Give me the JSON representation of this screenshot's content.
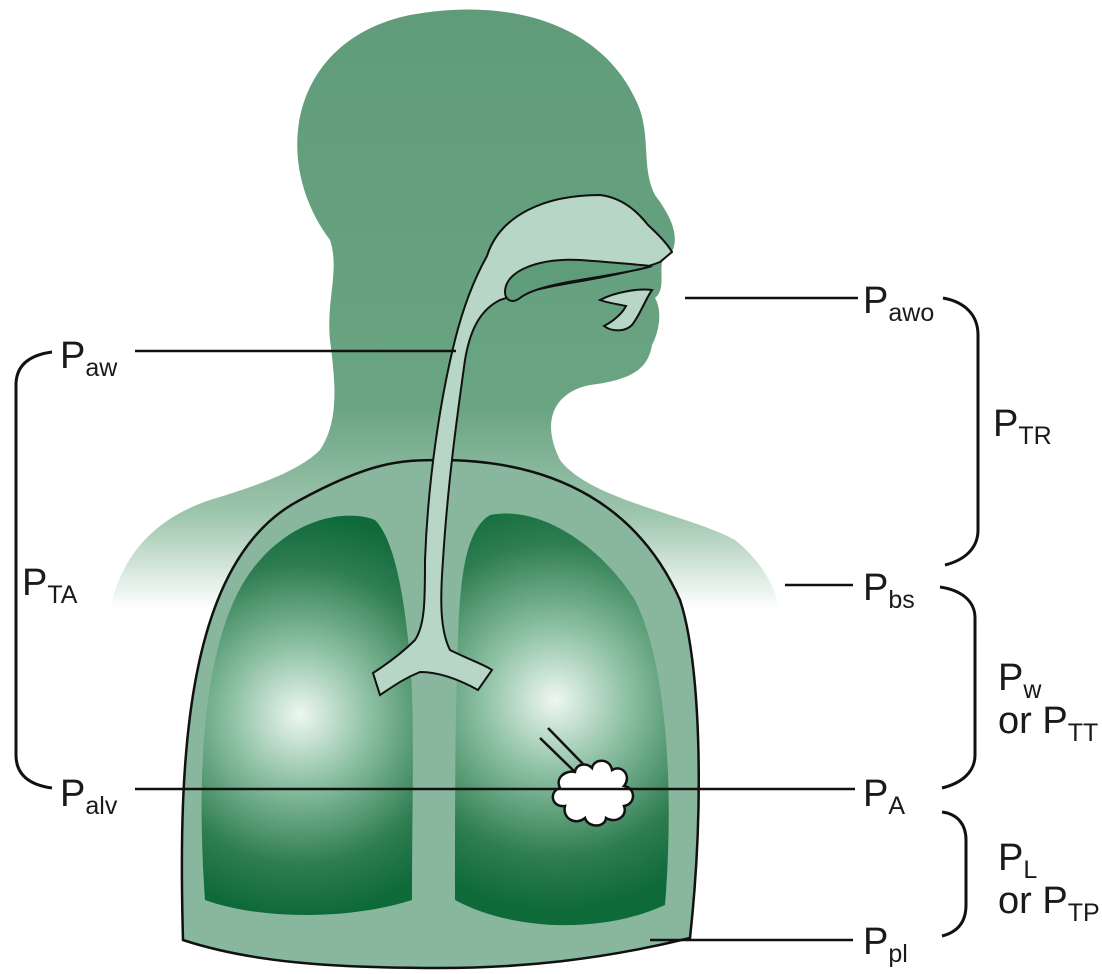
{
  "colors": {
    "body": "#5f9c79",
    "body_fade": "#ffffff",
    "airway": "#b7d6c5",
    "thorax": "#88b79d",
    "lung_dark": "#0f6a3a",
    "lung_light": "#e6f2ea",
    "line": "#111111"
  },
  "labels": {
    "p_aw": {
      "main": "P",
      "sub": "aw"
    },
    "p_ta": {
      "main": "P",
      "sub": "TA"
    },
    "p_alv": {
      "main": "P",
      "sub": "alv"
    },
    "p_awo": {
      "main": "P",
      "sub": "awo"
    },
    "p_tr": {
      "main": "P",
      "sub": "TR"
    },
    "p_bs": {
      "main": "P",
      "sub": "bs"
    },
    "p_w": {
      "main": "P",
      "sub": "w"
    },
    "or_p_tt": {
      "prefix": "or P",
      "sub": "TT"
    },
    "p_a": {
      "main": "P",
      "sub": "A"
    },
    "p_l": {
      "main": "P",
      "sub": "L"
    },
    "or_p_tp": {
      "prefix": "or P",
      "sub": "TP"
    },
    "p_pl": {
      "main": "P",
      "sub": "pl"
    }
  }
}
